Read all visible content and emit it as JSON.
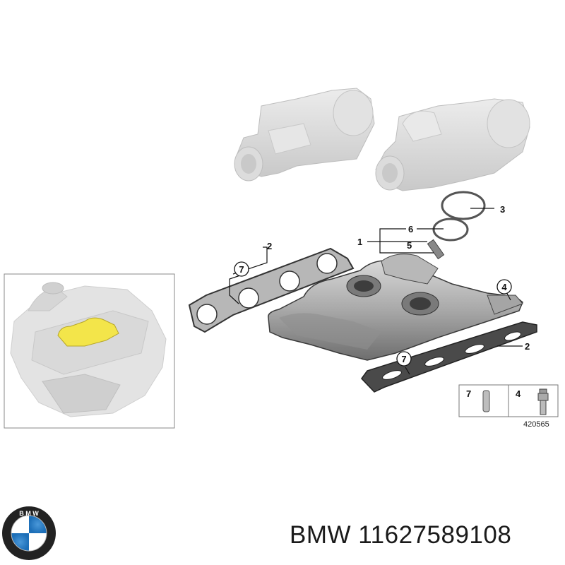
{
  "diagram": {
    "callouts": {
      "c1": "1",
      "c2_left": "2",
      "c2_right": "2",
      "c3": "3",
      "c4": "4",
      "c5": "5",
      "c6": "6",
      "c7_left": "7",
      "c7_right": "7"
    },
    "legend": {
      "item_a": "7",
      "item_b": "4"
    },
    "diagram_number": "420565",
    "highlight_color": "#f3e54a",
    "ghost_color": "#d7d7d7",
    "metal_color": "#9a9a9a"
  },
  "footer": {
    "brand": "BMW",
    "part_number": "11627589108",
    "logo_letters": "B M W"
  }
}
